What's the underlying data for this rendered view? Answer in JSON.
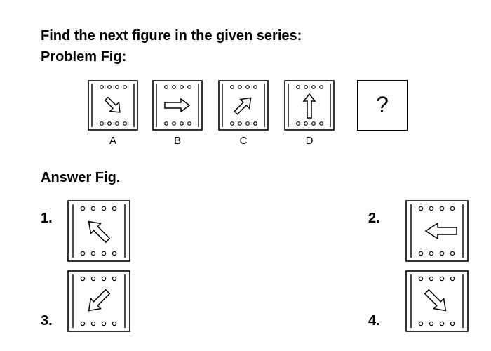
{
  "question": {
    "line1": "Find the next figure in the given series:",
    "line2": "Problem Fig:"
  },
  "problem_figures": [
    {
      "label": "A",
      "arrow": "arrow-down-right"
    },
    {
      "label": "B",
      "arrow": "arrow-right"
    },
    {
      "label": "C",
      "arrow": "arrow-up-right"
    },
    {
      "label": "D",
      "arrow": "arrow-up"
    }
  ],
  "unknown_figure": {
    "text": "?"
  },
  "answer_heading": "Answer Fig.",
  "answer_options": [
    {
      "number": "1.",
      "arrow": "arrow-up-left"
    },
    {
      "number": "2.",
      "arrow": "arrow-left"
    },
    {
      "number": "3.",
      "arrow": "arrow-down-left"
    },
    {
      "number": "4.",
      "arrow": "arrow-down-right"
    }
  ]
}
